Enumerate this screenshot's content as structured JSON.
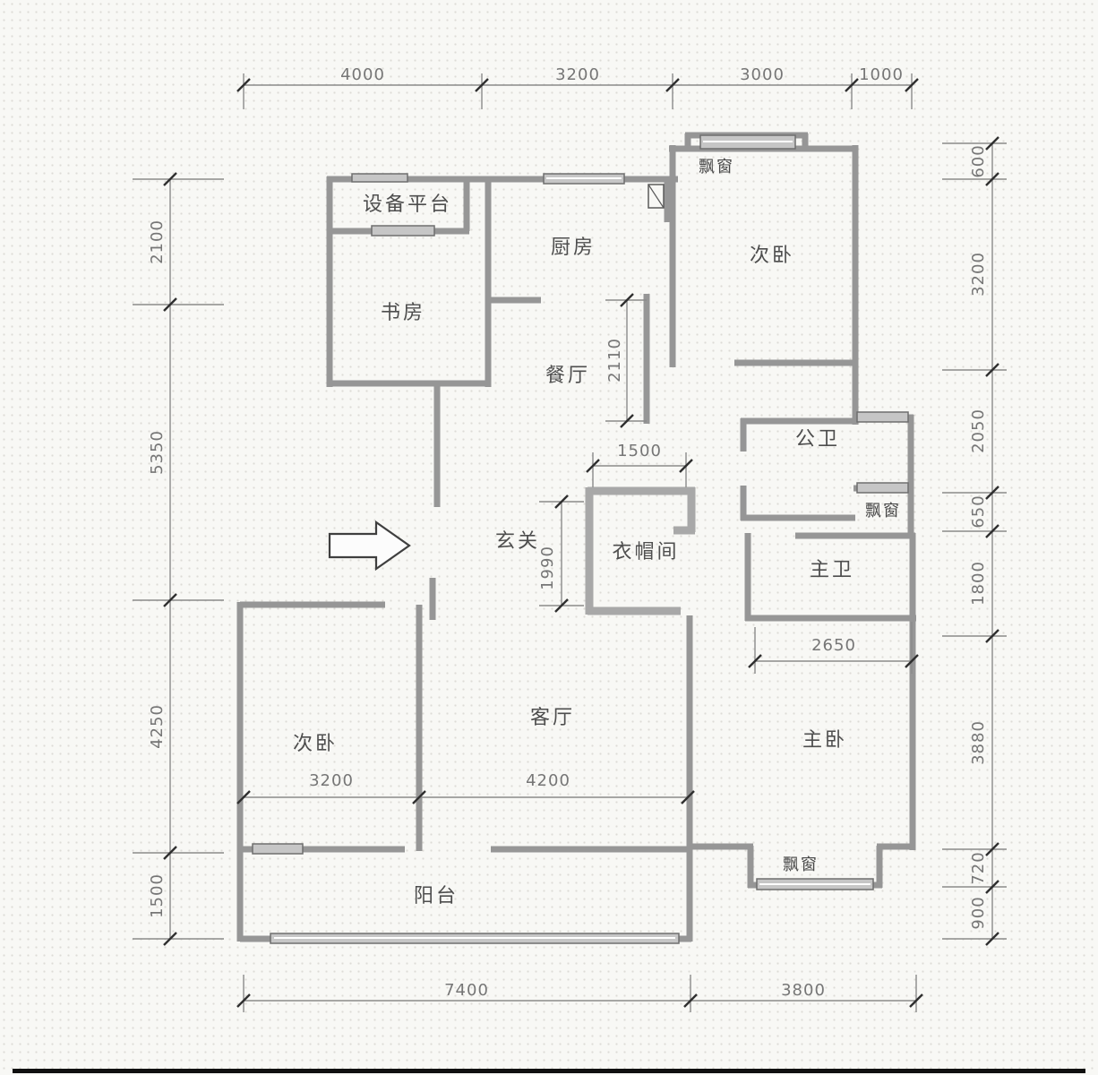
{
  "rooms": {
    "equipment_platform": "设备平台",
    "study": "书房",
    "kitchen": "厨房",
    "dining": "餐厅",
    "bedroom_top": "次卧",
    "public_bath": "公卫",
    "master_bath": "主卫",
    "cloakroom": "衣帽间",
    "foyer": "玄关",
    "bedroom_bottom": "次卧",
    "living": "客厅",
    "master_bedroom": "主卧",
    "balcony": "阳台",
    "bay_window": "飘窗"
  },
  "dims": {
    "top": [
      "4000",
      "3200",
      "3000",
      "1000"
    ],
    "left": [
      "2100",
      "5350",
      "4250",
      "1500"
    ],
    "right": [
      "600",
      "3200",
      "2050",
      "650",
      "1800",
      "3880",
      "720",
      "900"
    ],
    "bottom": [
      "7400",
      "3800"
    ],
    "inner": {
      "kitchen_nook": "2110",
      "cloakroom_width": "1500",
      "foyer_depth": "1990",
      "bedroom2_width": "3200",
      "living_width": "4200",
      "master_bath_width": "2650"
    }
  },
  "colors": {
    "wall": "#969696",
    "wall_inner": "#a8a8a8",
    "window_fill": "#c6c6c6",
    "window_edge": "#6f6f6f",
    "dim_line": "#8a8a8a",
    "tick": "#2f2f2f",
    "text_room": "#4e4e4e",
    "text_dim": "#767676",
    "background": "#f8f8f5"
  }
}
